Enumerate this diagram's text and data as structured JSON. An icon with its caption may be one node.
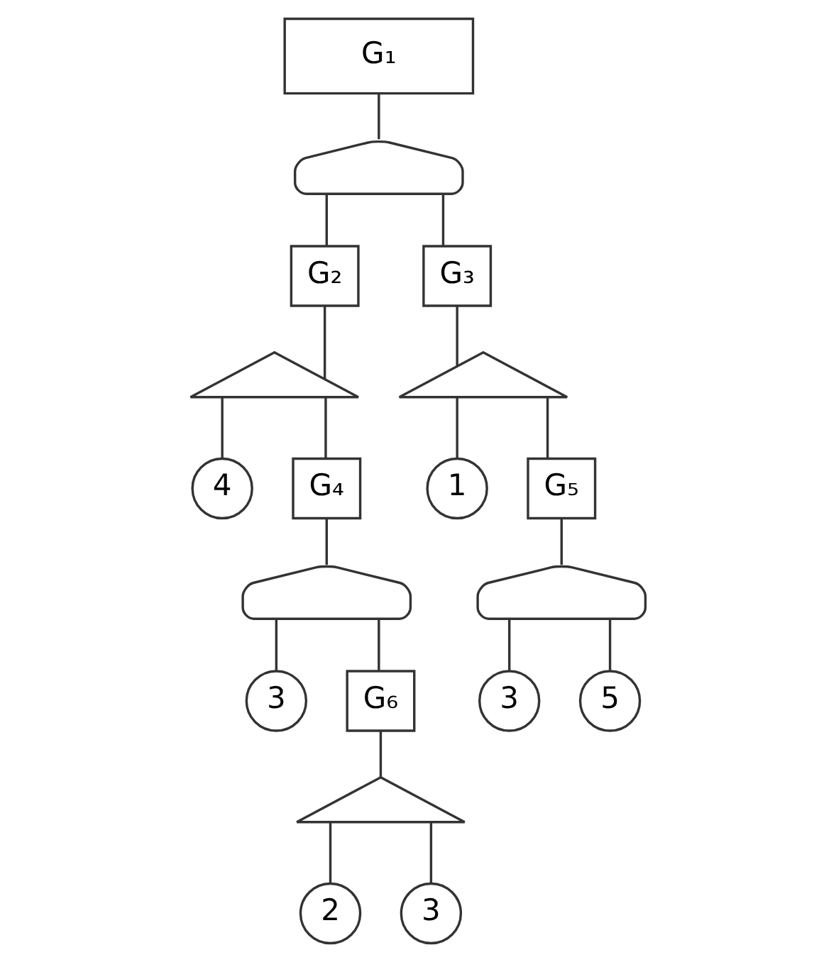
{
  "diagram": {
    "nodes": [
      {
        "text": [
          "G₁"
        ]
      },
      {
        "text": [],
        "shape": "dome"
      },
      {
        "text": [
          "G₂"
        ]
      },
      {
        "text": [
          "G₃"
        ]
      },
      {
        "text": [],
        "shape": "arch"
      },
      {
        "text": [],
        "shape": "arch"
      },
      {
        "text": [
          "4"
        ]
      },
      {
        "text": [
          "G₄"
        ]
      },
      {
        "text": [
          "1"
        ]
      },
      {
        "text": [
          "G₅"
        ]
      },
      {
        "text": [],
        "shape": "dome"
      },
      {
        "text": [],
        "shape": "dome"
      },
      {
        "text": [
          "3"
        ]
      },
      {
        "text": [
          "G₆"
        ]
      },
      {
        "text": [
          "3"
        ]
      },
      {
        "text": [
          "5"
        ]
      },
      {
        "text": [],
        "shape": "arch"
      },
      {
        "text": [
          "2"
        ]
      },
      {
        "text": [
          "3"
        ]
      }
    ],
    "edges": [
      {
        "from": 0,
        "to": 1,
        "arrow": "none"
      },
      {
        "from": 1,
        "to": 2,
        "arrow": "none"
      },
      {
        "from": 1,
        "to": 3,
        "arrow": "none"
      },
      {
        "from": 2,
        "to": 4,
        "arrow": "none"
      },
      {
        "from": 3,
        "to": 5,
        "arrow": "none"
      },
      {
        "from": 4,
        "to": 6,
        "arrow": "none"
      },
      {
        "from": 4,
        "to": 7,
        "arrow": "none"
      },
      {
        "from": 5,
        "to": 8,
        "arrow": "none"
      },
      {
        "from": 5,
        "to": 9,
        "arrow": "none"
      },
      {
        "from": 7,
        "to": 10,
        "arrow": "none"
      },
      {
        "from": 9,
        "to": 11,
        "arrow": "none"
      },
      {
        "from": 10,
        "to": 12,
        "arrow": "none"
      },
      {
        "from": 10,
        "to": 13,
        "arrow": "none"
      },
      {
        "from": 11,
        "to": 14,
        "arrow": "none"
      },
      {
        "from": 11,
        "to": 15,
        "arrow": "none"
      },
      {
        "from": 13,
        "to": 16,
        "arrow": "none"
      },
      {
        "from": 16,
        "to": 17,
        "arrow": "none"
      },
      {
        "from": 16,
        "to": 18,
        "arrow": "none"
      }
    ]
  }
}
